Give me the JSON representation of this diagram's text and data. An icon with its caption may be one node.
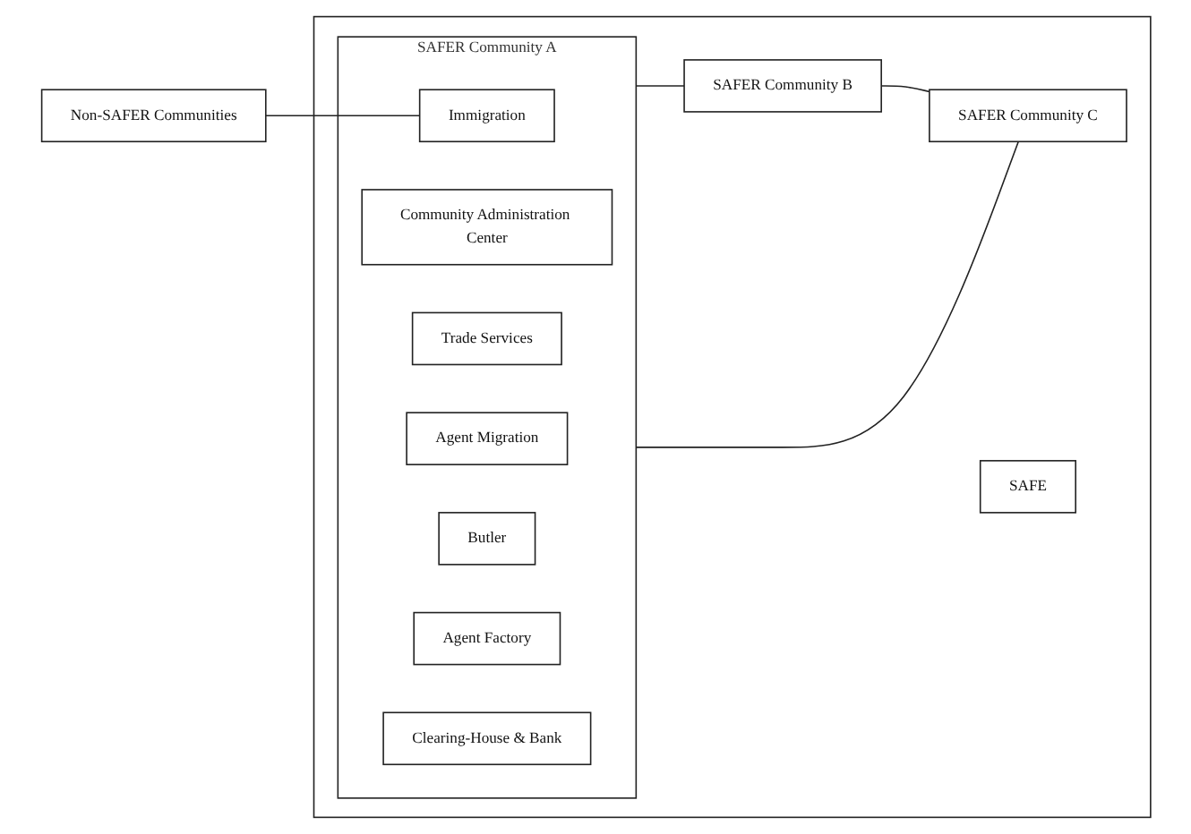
{
  "diagram": {
    "nodes": [
      {
        "text": [],
        "shape": "box"
      },
      {
        "text": [
          "Non-SAFER Communities"
        ]
      },
      {
        "text": [
          "SAFER Community A"
        ],
        "in": 0
      },
      {
        "text": [
          "Immigration"
        ],
        "in": 2
      },
      {
        "text": [
          "Community Administration Center"
        ],
        "in": 2
      },
      {
        "text": [
          "Trade Services"
        ],
        "in": 2
      },
      {
        "text": [
          "Agent Migration"
        ],
        "in": 2
      },
      {
        "text": [
          "Butler"
        ],
        "in": 2
      },
      {
        "text": [
          "Agent Factory"
        ],
        "in": 2
      },
      {
        "text": [
          "Clearing-House & Bank"
        ],
        "in": 2
      },
      {
        "text": [
          "SAFER Community B"
        ],
        "in": 0
      },
      {
        "text": [
          "SAFER Community C"
        ],
        "in": 0
      },
      {
        "text": [
          "SAFE"
        ],
        "in": 0
      }
    ],
    "edges": [
      {
        "from": 1,
        "to": 3,
        "arrow": "none"
      },
      {
        "from": 2,
        "to": 10,
        "arrow": "none"
      },
      {
        "from": 2,
        "to": 11,
        "arrow": "none"
      },
      {
        "from": 10,
        "to": 11,
        "arrow": "none"
      }
    ]
  }
}
